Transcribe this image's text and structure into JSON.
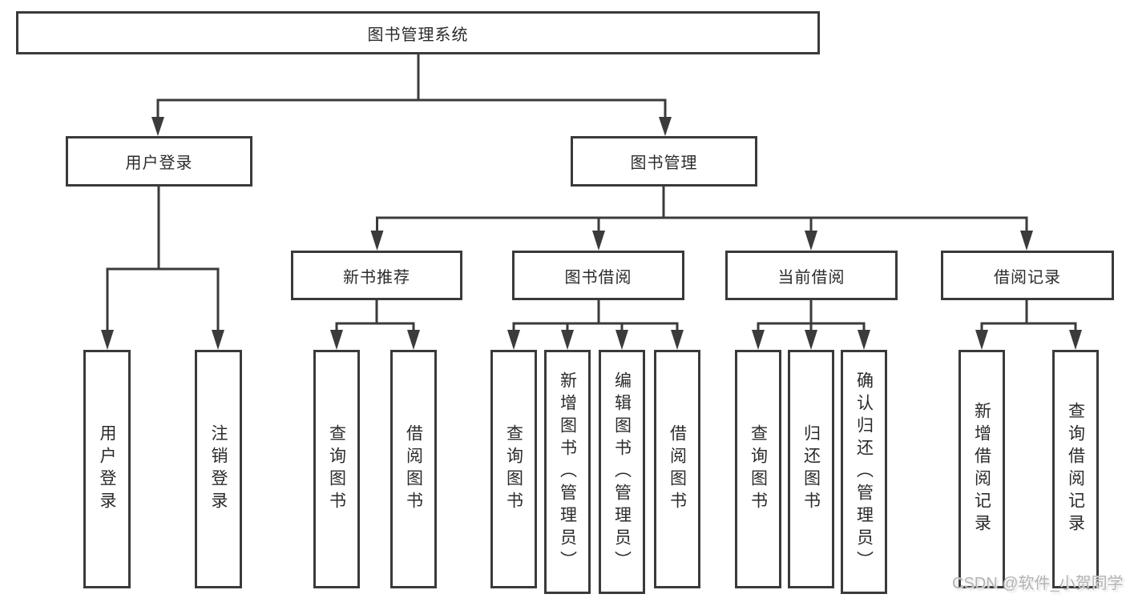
{
  "meta": {
    "background_color": "#ffffff",
    "line_color": "#3b3b3b",
    "text_color": "#2b2b2b",
    "watermark_color": "#b3b3b3"
  },
  "watermark": "CSDN @软件_小贺同学",
  "tree": {
    "label": "图书管理系统",
    "children": [
      {
        "label": "用户登录",
        "children": [
          {
            "label": "用户登录"
          },
          {
            "label": "注销登录"
          }
        ]
      },
      {
        "label": "图书管理",
        "children": [
          {
            "label": "新书推荐",
            "children": [
              {
                "label": "查询图书"
              },
              {
                "label": "借阅图书"
              }
            ]
          },
          {
            "label": "图书借阅",
            "children": [
              {
                "label": "查询图书"
              },
              {
                "label": "新增图书（管理员）"
              },
              {
                "label": "编辑图书（管理员）"
              },
              {
                "label": "借阅图书"
              }
            ]
          },
          {
            "label": "当前借阅",
            "children": [
              {
                "label": "查询图书"
              },
              {
                "label": "归还图书"
              },
              {
                "label": "确认归还（管理员）"
              }
            ]
          },
          {
            "label": "借阅记录",
            "children": [
              {
                "label": "新增借阅记录"
              },
              {
                "label": "查询借阅记录"
              }
            ]
          }
        ]
      }
    ]
  }
}
